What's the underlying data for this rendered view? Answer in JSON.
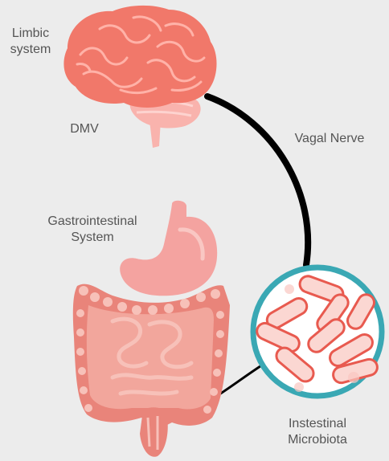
{
  "labels": {
    "limbic": [
      "Limbic",
      "system"
    ],
    "dmv": "DMV",
    "vagal": "Vagal Nerve",
    "gi": [
      "Gastrointestinal",
      "System"
    ],
    "microbiota": [
      "Instestinal",
      "Microbiota"
    ]
  },
  "colors": {
    "background": "#ececec",
    "brain": "#f1786a",
    "brain_light": "#ffb2a8",
    "cerebellum": "#f9b3ad",
    "stomach": "#f4a3a0",
    "intestine": "#f2a69c",
    "intestine_dark": "#e9847a",
    "nerve": "#000000",
    "lens_ring": "#3aa8b4",
    "bacteria_fill": "#fbd7d2",
    "bacteria_outline": "#e85a4f"
  },
  "icons": [
    "brain-icon",
    "stomach-icon",
    "intestine-icon",
    "bacteria-icon",
    "magnifier-lens-icon"
  ]
}
